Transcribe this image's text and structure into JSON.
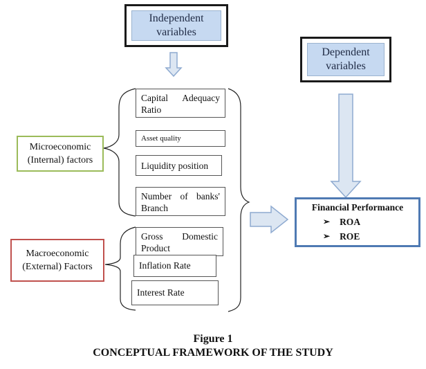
{
  "independent": {
    "label": "Independent variables"
  },
  "dependent": {
    "label": "Dependent variables"
  },
  "micro": {
    "label": "Microeconomic (Internal) factors",
    "factors": [
      "Capital Adequacy Ratio",
      "Asset quality",
      "Liquidity position",
      "Number of banks' Branch"
    ]
  },
  "macro": {
    "label": "Macroeconomic (External) Factors",
    "factors": [
      "Gross Domestic Product",
      "Inflation Rate",
      "Interest Rate"
    ]
  },
  "performance": {
    "title": "Financial Performance",
    "measures": [
      "ROA",
      "ROE"
    ],
    "bullet": "➢"
  },
  "caption": {
    "figure": "Figure 1",
    "title": "CONCEPTUAL FRAMEWORK OF THE STUDY"
  },
  "colors": {
    "micro_border": "#9bbb59",
    "macro_border": "#c0504d",
    "performance_border": "#4f7ab3",
    "variable_fill": "#c6d9f1",
    "arrow_fill": "#dce6f2",
    "arrow_stroke": "#8eaad0"
  },
  "icons": {
    "down_arrow": "down-arrow-icon",
    "right_arrow": "right-arrow-icon",
    "brace": "right-brace-icon"
  }
}
